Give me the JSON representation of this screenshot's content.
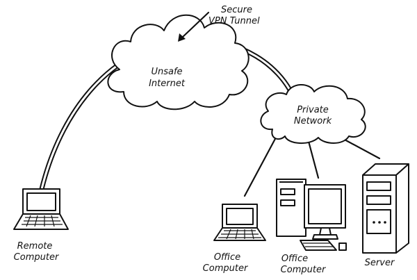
{
  "diagram": {
    "callout": {
      "line1": "Secure",
      "line2": "VPN Tunnel"
    },
    "clouds": {
      "internet": {
        "line1": "Unsafe",
        "line2": "Internet"
      },
      "private": {
        "line1": "Private",
        "line2": "Network"
      }
    },
    "devices": {
      "remote": {
        "line1": "Remote",
        "line2": "Computer",
        "icon": "laptop-icon"
      },
      "office_laptop": {
        "line1": "Office",
        "line2": "Computer",
        "icon": "laptop-icon"
      },
      "office_desktop": {
        "line1": "Office",
        "line2": "Computer",
        "icon": "desktop-computer-icon"
      },
      "server": {
        "line1": "Server",
        "icon": "server-tower-icon"
      }
    },
    "colors": {
      "ink": "#111111",
      "background": "#ffffff"
    }
  }
}
